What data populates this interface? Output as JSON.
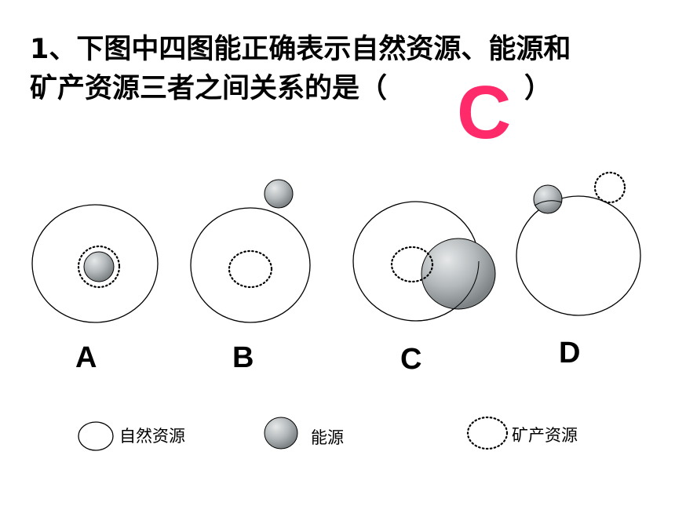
{
  "question": {
    "line1": "1、下图中四图能正确表示自然资源、能源和",
    "line2": "矿产资源三者之间关系的是（　　　　　）"
  },
  "answer": "C",
  "options": [
    {
      "label": "A"
    },
    {
      "label": "B"
    },
    {
      "label": "C"
    },
    {
      "label": "D"
    }
  ],
  "legend": [
    {
      "label": "自然资源",
      "icon": "white-circle"
    },
    {
      "label": "能源",
      "icon": "gray-sphere"
    },
    {
      "label": "矿产资源",
      "icon": "dotted-circle"
    }
  ],
  "colors": {
    "answer": "#ff2a6a",
    "energy_fill": "#a9aeb0",
    "outline": "#000000"
  }
}
